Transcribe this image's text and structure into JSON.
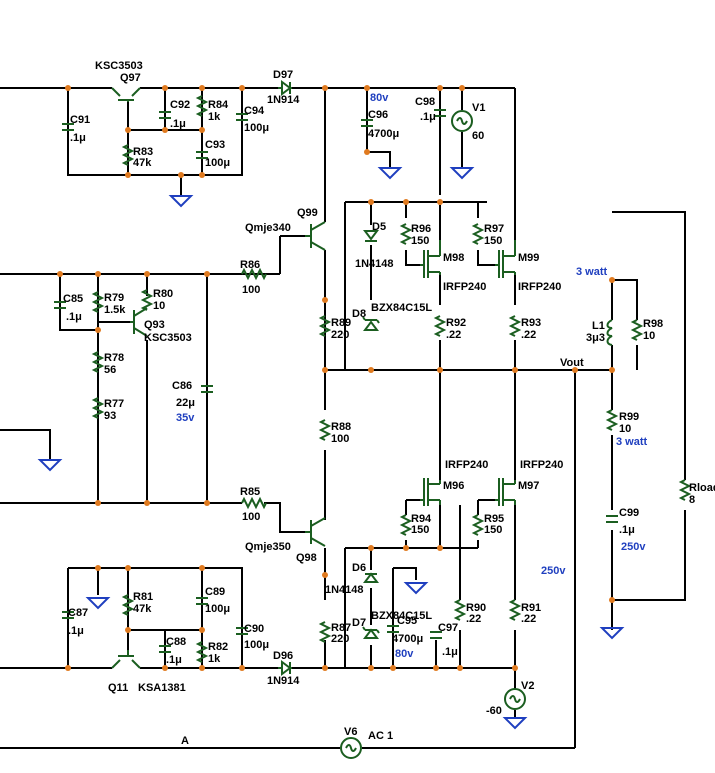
{
  "parts": {
    "q97": {
      "name": "Q97",
      "model": "KSC3503"
    },
    "q99": {
      "name": "Q99",
      "model": "Qmje340"
    },
    "q93": {
      "name": "Q93",
      "model": "KSC3503"
    },
    "q98": {
      "name": "Q98",
      "model": "Qmje350"
    },
    "q11": {
      "name": "Q11",
      "model": "KSA1381"
    },
    "d97": {
      "name": "D97",
      "model": "1N914"
    },
    "d96": {
      "name": "D96",
      "model": "1N914"
    },
    "d5": {
      "name": "D5",
      "model": "1N4148"
    },
    "d6": {
      "name": "D6",
      "model": "1N4148"
    },
    "d8": {
      "name": "D8",
      "model": "BZX84C15L"
    },
    "d7": {
      "name": "D7",
      "model": "BZX84C15L"
    },
    "c91": {
      "name": "C91",
      "value": ".1μ"
    },
    "c92": {
      "name": "C92",
      "value": ".1μ"
    },
    "c93": {
      "name": "C93",
      "value": "100μ"
    },
    "c94": {
      "name": "C94",
      "value": "100μ"
    },
    "c96": {
      "name": "C96",
      "value": "4700μ"
    },
    "c98": {
      "name": "C98",
      "value": ".1μ"
    },
    "c85": {
      "name": "C85",
      "value": ".1μ"
    },
    "c86": {
      "name": "C86",
      "value": "22μ",
      "rating": "35v"
    },
    "c87": {
      "name": "C87",
      "value": ".1μ"
    },
    "c88": {
      "name": "C88",
      "value": ".1μ"
    },
    "c89": {
      "name": "C89",
      "value": "100μ"
    },
    "c90": {
      "name": "C90",
      "value": "100μ"
    },
    "c95": {
      "name": "C95",
      "value": "4700μ"
    },
    "c97": {
      "name": "C97",
      "value": ".1μ"
    },
    "c99": {
      "name": "C99",
      "value": ".1μ",
      "rating": "250v"
    },
    "r84": {
      "name": "R84",
      "value": "1k"
    },
    "r83": {
      "name": "R83",
      "value": "47k"
    },
    "r79": {
      "name": "R79",
      "value": "1.5k"
    },
    "r80": {
      "name": "R80",
      "value": "10"
    },
    "r78": {
      "name": "R78",
      "value": "56"
    },
    "r77": {
      "name": "R77",
      "value": "93"
    },
    "r86": {
      "name": "R86",
      "value": "100"
    },
    "r85": {
      "name": "R85",
      "value": "100"
    },
    "r89": {
      "name": "R89",
      "value": "220"
    },
    "r88": {
      "name": "R88",
      "value": "100"
    },
    "r87": {
      "name": "R87",
      "value": "220"
    },
    "r96": {
      "name": "R96",
      "value": "150"
    },
    "r97": {
      "name": "R97",
      "value": "150"
    },
    "r94": {
      "name": "R94",
      "value": "150"
    },
    "r95": {
      "name": "R95",
      "value": "150"
    },
    "r92": {
      "name": "R92",
      "value": ".22"
    },
    "r93": {
      "name": "R93",
      "value": ".22"
    },
    "r90": {
      "name": "R90",
      "value": ".22"
    },
    "r91": {
      "name": "R91",
      "value": ".22"
    },
    "r81": {
      "name": "R81",
      "value": "47k"
    },
    "r82": {
      "name": "R82",
      "value": "1k"
    },
    "r98": {
      "name": "R98",
      "value": "10"
    },
    "r99": {
      "name": "R99",
      "value": "10"
    },
    "rload": {
      "name": "Rload",
      "value": "8"
    },
    "l1": {
      "name": "L1",
      "value": "3μ3"
    },
    "m98": {
      "name": "M98",
      "model": "IRFP240"
    },
    "m99": {
      "name": "M99",
      "model": "IRFP240"
    },
    "m96": {
      "name": "M96",
      "model": "IRFP240"
    },
    "m97": {
      "name": "M97",
      "model": "IRFP240"
    },
    "v1": {
      "name": "V1",
      "value": "60"
    },
    "v2": {
      "name": "V2",
      "value": "-60"
    },
    "v6": {
      "name": "V6",
      "value": "AC 1"
    }
  },
  "annotations": {
    "c96_rating": "80v",
    "c95_rating": "80v",
    "r98_power": "3 watt",
    "r99_power": "3 watt",
    "node_vout": "Vout",
    "c91_c90_rating": "250v",
    "input_node": "A"
  }
}
